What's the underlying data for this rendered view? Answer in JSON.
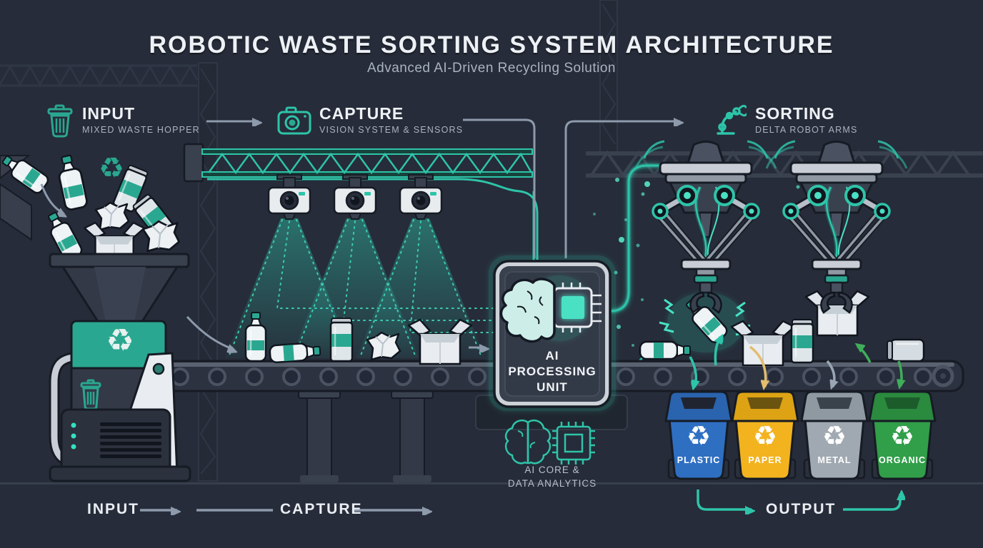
{
  "header": {
    "title": "ROBOTIC WASTE SORTING SYSTEM ARCHITECTURE",
    "subtitle": "Advanced AI-Driven Recycling Solution"
  },
  "stages": {
    "input": {
      "label": "INPUT",
      "sublabel": "MIXED WASTE HOPPER",
      "icon": "trash-can-icon"
    },
    "capture": {
      "label": "CAPTURE",
      "sublabel": "VISION SYSTEM & SENSORS",
      "icon": "camera-icon"
    },
    "sorting": {
      "label": "SORTING",
      "sublabel": "DELTA ROBOT ARMS",
      "icon": "robot-arm-icon"
    }
  },
  "ai_unit": {
    "label": "AI\nPROCESSING\nUNIT",
    "caption": "AI CORE &\nDATA ANALYTICS"
  },
  "bins": [
    {
      "label": "PLASTIC",
      "color": "#2e6fc2",
      "lid_color": "#2a63ae"
    },
    {
      "label": "PAPER",
      "color": "#f2b31f",
      "lid_color": "#dda314"
    },
    {
      "label": "METAL",
      "color": "#a0a9b1",
      "lid_color": "#8f99a1"
    },
    {
      "label": "ORGANIC",
      "color": "#319e49",
      "lid_color": "#2a8a3e"
    }
  ],
  "flow": {
    "input_label": "INPUT",
    "capture_label": "CAPTURE",
    "output_label": "OUTPUT"
  },
  "icons": {
    "recycle_glyph": "♻"
  },
  "colors": {
    "background": "#262c39",
    "accent_teal": "#2ec4a9",
    "glow_teal": "#49e0c4",
    "machine_teal": "#2aa790",
    "flow_gray": "#8d9aab",
    "arrow_yellow": "#e3bd6e",
    "arrow_green": "#3fae5a",
    "text_white": "#eef2f6",
    "text_gray": "#aab4bf"
  }
}
